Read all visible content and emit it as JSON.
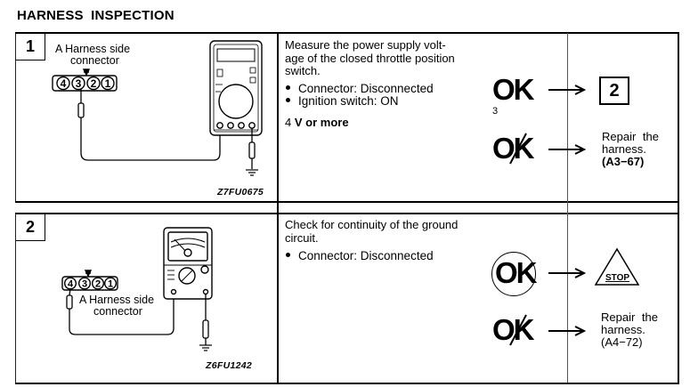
{
  "page_title": "HARNESS INSPECTION",
  "steps": [
    {
      "number": "1",
      "diagram": {
        "connector_label_line1": "A Harness side",
        "connector_label_line2": "connector",
        "pins": [
          "4",
          "3",
          "2",
          "1"
        ],
        "probe_pin": "3",
        "meter_type": "digital-multimeter",
        "figure_code": "Z7FU0675"
      },
      "instruction": "Measure the power supply volt-age of the closed throttle position switch.",
      "instruction_lines": [
        "Measure the power supply volt-",
        "age of the closed throttle position",
        "switch."
      ],
      "conditions": [
        "Connector: Disconnected",
        "Ignition switch: ON"
      ],
      "spec_value": "4",
      "spec_unit_text": "V or more",
      "ok_label": "OK",
      "ok_result": "2",
      "stray_mark": "3",
      "ng_label": "OK",
      "ng_result_lines": [
        "Repair the",
        "harness."
      ],
      "ng_reference": "(A3−67)"
    },
    {
      "number": "2",
      "diagram": {
        "connector_label_line1": "A  Harness side",
        "connector_label_line2": "connector",
        "pins": [
          "4",
          "3",
          "2",
          "1"
        ],
        "probe_pin": "4",
        "meter_type": "analog-ohmmeter",
        "figure_code": "Z6FU1242"
      },
      "instruction_lines": [
        "Check for continuity of the ground",
        "circuit."
      ],
      "conditions": [
        "Connector:  Disconnected"
      ],
      "ok_label": "OK",
      "ok_result": "STOP",
      "ng_label": "OK",
      "ng_result_lines": [
        "Repair the",
        "harness."
      ],
      "ng_reference": "(A4−72)"
    }
  ]
}
